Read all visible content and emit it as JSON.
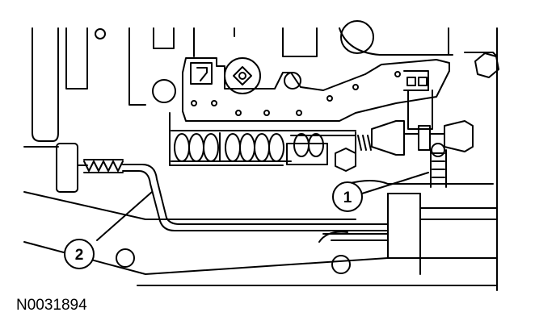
{
  "figure": {
    "id": "N0031894",
    "callouts": [
      {
        "number": "1"
      },
      {
        "number": "2"
      }
    ]
  },
  "colors": {
    "line": "#000000",
    "background": "#ffffff"
  }
}
